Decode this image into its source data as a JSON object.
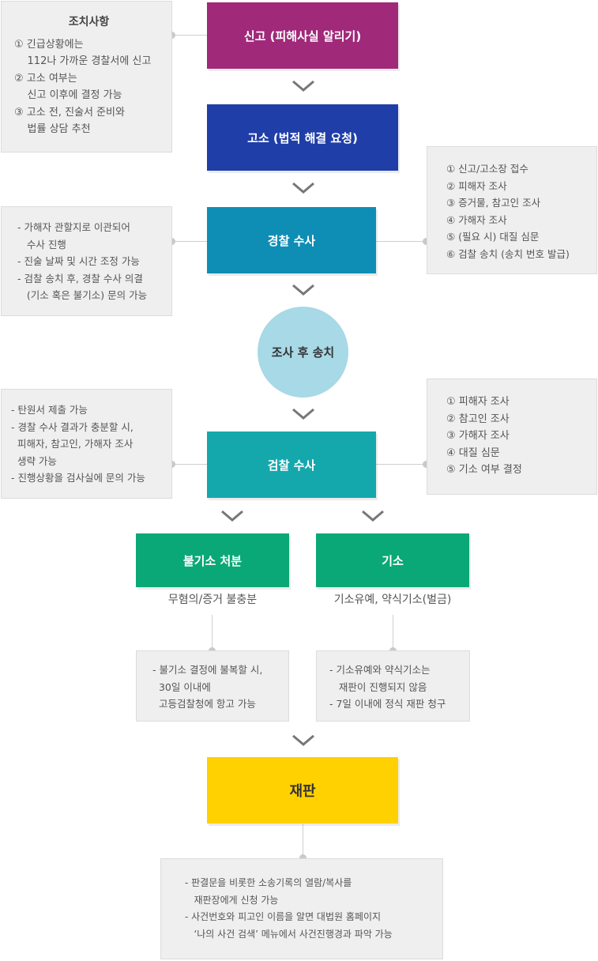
{
  "colors": {
    "report": "#a0297a",
    "complaint": "#1f3ea8",
    "police": "#0f8eb5",
    "prosecution": "#14a8ad",
    "green": "#0aa876",
    "trial": "#ffd100",
    "circle": "#a7d9e6",
    "note_bg": "#efefef"
  },
  "steps": {
    "report": "신고 (피해사실 알리기)",
    "complaint": "고소 (법적 해결 요청)",
    "police": "경찰 수사",
    "transfer": "조사 후 송치",
    "prosecution": "검찰 수사",
    "no_indictment": "불기소 처분",
    "indictment": "기소",
    "trial": "재판"
  },
  "captions": {
    "no_indictment": "무혐의/증거 불충분",
    "indictment": "기소유예, 약식기소(벌금)"
  },
  "notes": {
    "measures": {
      "title": "조치사항",
      "lines": [
        "① 긴급상황에는",
        "    112나 가까운 경찰서에 신고",
        "② 고소 여부는",
        "    신고 이후에 결정 가능",
        "③ 고소 전, 진술서 준비와",
        "    법률 상담 추천"
      ]
    },
    "police_right": {
      "lines": [
        "① 신고/고소장 접수",
        "② 피해자 조사",
        "③ 증거물, 참고인 조사",
        "④ 가해자 조사",
        "⑤ (필요 시) 대질 심문",
        "⑥ 검찰 송치 (송치 번호 발급)"
      ]
    },
    "police_left": {
      "lines": [
        "- 가해자 관할지로 이관되어",
        "   수사 진행",
        "- 진술 날짜 및 시간 조정 가능",
        "- 검찰 송치 후, 경찰 수사 의결",
        "   (기소 혹은 불기소) 문의 가능"
      ]
    },
    "prosecution_right": {
      "lines": [
        "① 피해자 조사",
        "② 참고인 조사",
        "③ 가해자 조사",
        "④ 대질 심문",
        "⑤ 기소 여부 결정"
      ]
    },
    "prosecution_left": {
      "lines": [
        "- 탄원서 제출 가능",
        "- 경찰 수사 결과가 충분할 시,",
        "  피해자, 참고인, 가해자 조사",
        "  생략 가능",
        "- 진행상황을 검사실에 문의 가능"
      ]
    },
    "no_indictment": {
      "lines": [
        "- 불기소 결정에 불복할 시,",
        "  30일 이내에",
        "  고등검찰청에 항고 가능"
      ]
    },
    "indictment": {
      "lines": [
        "- 기소유예와 약식기소는",
        "   재판이 진행되지 않음",
        "- 7일 이내에 정식 재판 청구"
      ]
    },
    "trial": {
      "lines": [
        "- 판결문을 비롯한 소송기록의 열람/복사를",
        "   재판장에게 신청 가능",
        "- 사건번호와 피고인 이름을 알면 대법원 홈페이지",
        "   ‘나의 사건 검색’ 메뉴에서 사건진행경과 파악 가능"
      ]
    }
  }
}
